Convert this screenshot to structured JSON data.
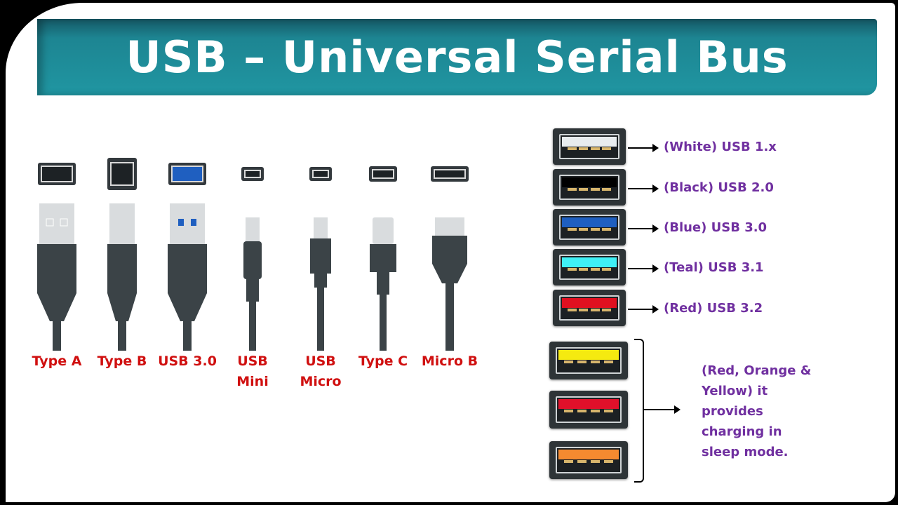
{
  "title": "USB – Universal Serial Bus",
  "connectors": [
    {
      "label": "Type A"
    },
    {
      "label": "Type B"
    },
    {
      "label": "USB 3.0"
    },
    {
      "label": "USB Mini"
    },
    {
      "label": "USB Micro"
    },
    {
      "label": "Type C"
    },
    {
      "label": "Micro B"
    }
  ],
  "ports": [
    {
      "label": "(White) USB 1.x",
      "color": "#e8ecee"
    },
    {
      "label": "(Black) USB 2.0",
      "color": "#000000"
    },
    {
      "label": "(Blue) USB 3.0",
      "color": "#1f5fc0"
    },
    {
      "label": "(Teal) USB 3.1",
      "color": "#3ff0f5"
    },
    {
      "label": "(Red) USB 3.2",
      "color": "#e01020"
    }
  ],
  "charging_ports": [
    {
      "color": "#f5ea10"
    },
    {
      "color": "#e0102a"
    },
    {
      "color": "#f58a30"
    }
  ],
  "charging_note": "(Red, Orange & Yellow) it provides charging in sleep mode."
}
